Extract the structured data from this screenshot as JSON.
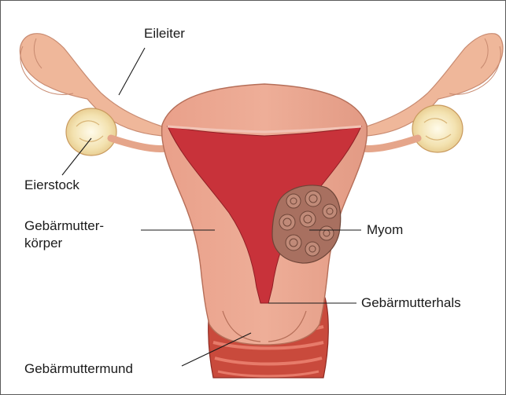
{
  "labels": {
    "eileiter": "Eileiter",
    "eierstock": "Eierstock",
    "gebaermutterkoerper_line1": "Gebärmutter-",
    "gebaermutterkoerper_line2": "körper",
    "myom": "Myom",
    "gebaermutterhals": "Gebärmutterhals",
    "gebaermuttermund": "Gebärmuttermund"
  },
  "colors": {
    "uterus": "#e9a08a",
    "uterus_shade": "#d9836c",
    "cavity": "#c8323a",
    "tube": "#efb79a",
    "ovary": "#f6e9c0",
    "myoma": "#a87060",
    "vagina": "#c94a3c"
  }
}
